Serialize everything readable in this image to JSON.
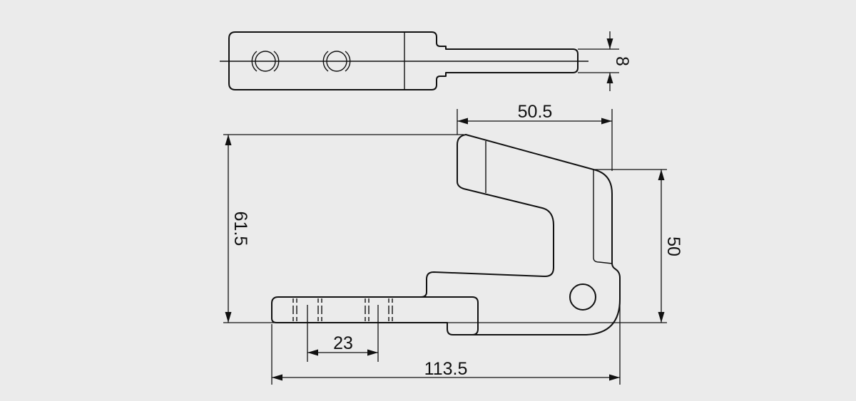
{
  "colors": {
    "background": "#ebebeb",
    "line": "#111111"
  },
  "dimensions": {
    "thickness": "8",
    "top_width": "50.5",
    "total_height": "61.5",
    "right_height": "50",
    "hole_spacing": "23",
    "total_length": "113.5"
  }
}
